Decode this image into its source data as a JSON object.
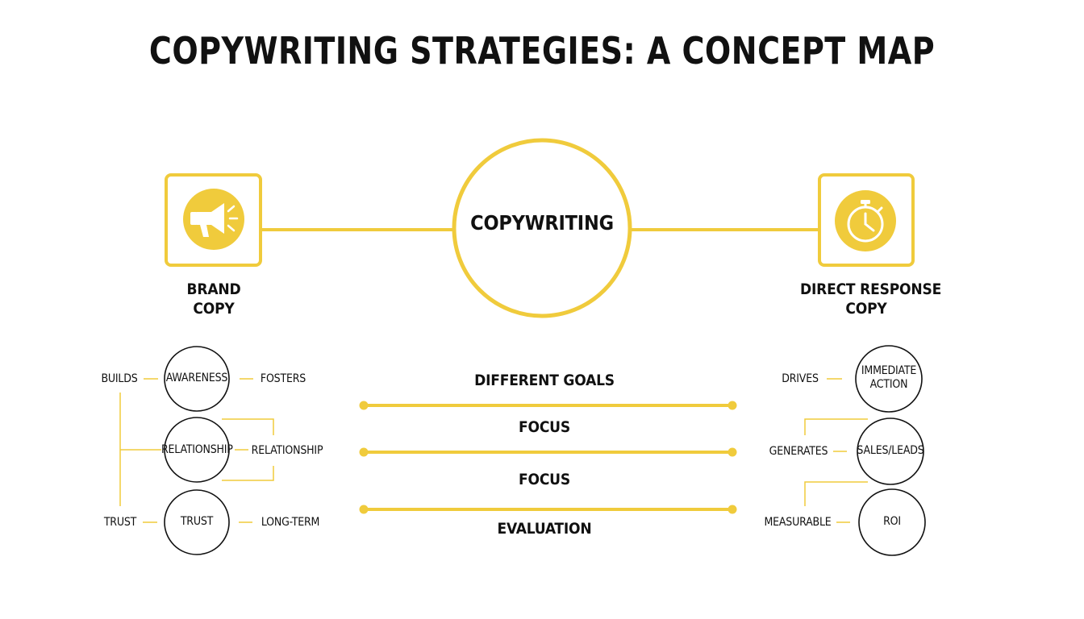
{
  "title": "COPYWRITING STRATEGIES: A CONCEPT MAP",
  "center_node": "COPYWRITING",
  "colors": {
    "accent": "#F0CB3C",
    "text": "#111111",
    "background": "#FFFFFF"
  },
  "brand": {
    "icon": "megaphone-icon",
    "label_line1": "BRAND",
    "label_line2": "COPY",
    "rows": [
      {
        "left": "BUILDS",
        "node": "AWARENESS",
        "right": "FOSTERS"
      },
      {
        "left": "",
        "node": "RELATIONSHIP",
        "right": "RELATIONSHIP"
      },
      {
        "left": "TRUST",
        "node": "TRUST",
        "right": "LONG-TERM"
      }
    ]
  },
  "direct": {
    "icon": "stopwatch-icon",
    "label_line1": "DIRECT RESPONSE",
    "label_line2": "COPY",
    "rows": [
      {
        "left": "DRIVES",
        "node_line1": "IMMEDIATE",
        "node_line2": "ACTION"
      },
      {
        "left": "GENERATES",
        "node_line1": "SALES/LEADS",
        "node_line2": ""
      },
      {
        "left": "MEASURABLE",
        "node_line1": "ROI",
        "node_line2": ""
      }
    ]
  },
  "comparison": [
    "DIFFERENT GOALS",
    "FOCUS",
    "FOCUS",
    "EVALUATION"
  ]
}
